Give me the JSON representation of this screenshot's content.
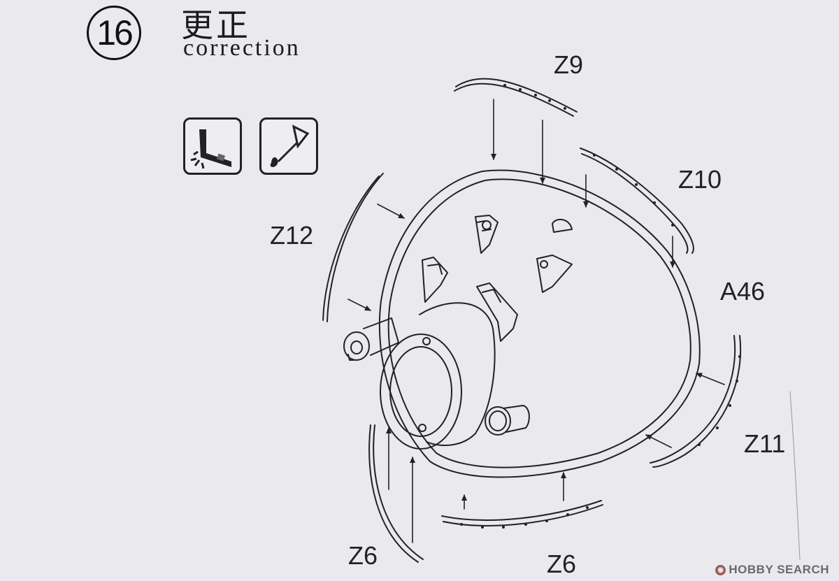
{
  "step": {
    "number": "16",
    "title_cn": "更正",
    "title_en": "correction"
  },
  "icons": {
    "cut_icon": "cut-from-sprue-icon",
    "paint_icon": "apply-glue-icon"
  },
  "parts": {
    "z9": "Z9",
    "z10": "Z10",
    "z12": "Z12",
    "a46": "A46",
    "z11": "Z11",
    "z6_left": "Z6",
    "z6_bottom": "Z6"
  },
  "watermark": {
    "text": "HOBBY SEARCH"
  }
}
